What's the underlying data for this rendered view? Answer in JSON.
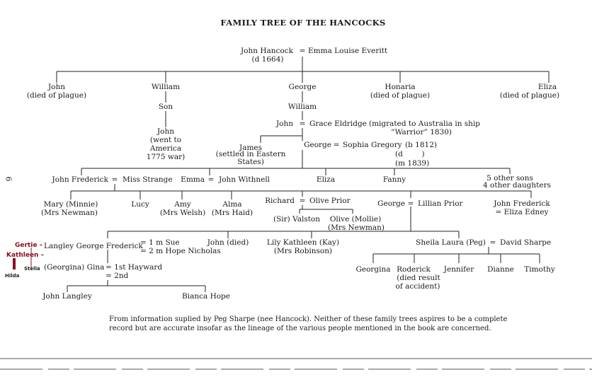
{
  "title": "FAMILY TREE OF THE HANCOCKS",
  "root": {
    "husband": "John Hancock",
    "died": "(d 1664)",
    "wife": "Emma Louise Everitt"
  },
  "gen1": [
    {
      "name": "John",
      "note": "(died of plague)"
    },
    {
      "name": "William"
    },
    {
      "name": "George"
    },
    {
      "name": "Honaria",
      "note": "(died of plague)"
    },
    {
      "name": "Eliza",
      "note": "(died of plague)"
    }
  ],
  "william_line": {
    "son": "Son",
    "john": "John",
    "note": [
      "(went to",
      "America",
      "1775 war)"
    ]
  },
  "george_line": {
    "william": "William",
    "john": "John",
    "wife": "Grace Eldridge",
    "migration": [
      "(migrated to Australia in ship",
      "“Warrior” 1830)"
    ],
    "james": "James",
    "james_note": [
      "(settled in Eastern",
      "States)"
    ],
    "george": "George",
    "george_wife": "Sophia Gregory",
    "george_dates": [
      "(b 1812)",
      "(d        )",
      "(m 1839)"
    ]
  },
  "gen5": {
    "john_frederick": "John Frederick",
    "jf_wife": "Miss Strange",
    "emma": "Emma",
    "emma_husband": "John Withnell",
    "eliza": "Eliza",
    "fanny": "Fanny",
    "others": [
      "5 other sons",
      "4 other daughters"
    ]
  },
  "gen6": {
    "mary": [
      "Mary (Minnie)",
      "(Mrs Newman)"
    ],
    "lucy": "Lucy",
    "amy": [
      "Amy",
      "(Mrs Welsh)"
    ],
    "alma": [
      "Alma",
      "(Mrs Haid)"
    ],
    "richard": "Richard",
    "richard_wife": "Olive Prior",
    "valston": "(Sir) Valston",
    "olive": [
      "Olive (Mollie)",
      "(Mrs Newman)"
    ],
    "george": "George",
    "george_wife": "Lillian Prior",
    "john_frederick": "John Frederick",
    "jf_wife": "= Eliza Edney"
  },
  "gen7": {
    "langley": "Langley George Frederick",
    "spouse1": "= 1 m Sue",
    "spouse2": "= 2 m Hope Nicholas",
    "john_died": "John (died)",
    "lily": [
      "Lily Kathleen (Kay)",
      "(Mrs Robinson)"
    ],
    "sheila": "Sheila Laura (Peg)",
    "sheila_husband": "David Sharpe",
    "gina": "(Georgina) Gina",
    "gina_spouse1": "= 1st Hayward",
    "gina_spouse2": "= 2nd"
  },
  "sharpe_children": [
    {
      "name": "Georgina"
    },
    {
      "name": "Roderick",
      "note": [
        "(died result",
        "of accident)"
      ]
    },
    {
      "name": "Jennifer"
    },
    {
      "name": "Dianne"
    },
    {
      "name": "Timothy"
    }
  ],
  "gen8": {
    "john_langley": "John Langley",
    "bianca": "Bianca Hope"
  },
  "handwritten": {
    "gertie": "Gertie –",
    "kathleen": "Kathleen –",
    "hilda": "Hilda",
    "stella": "Stella"
  },
  "equals": "=",
  "page_number": "6",
  "footnote": [
    "From information suplied by Peg Sharpe (nee Hancock). Neither of these family trees aspires to be a complete",
    "record but are accurate insofar as the lineage of the various people mentioned in the book are concerned."
  ]
}
